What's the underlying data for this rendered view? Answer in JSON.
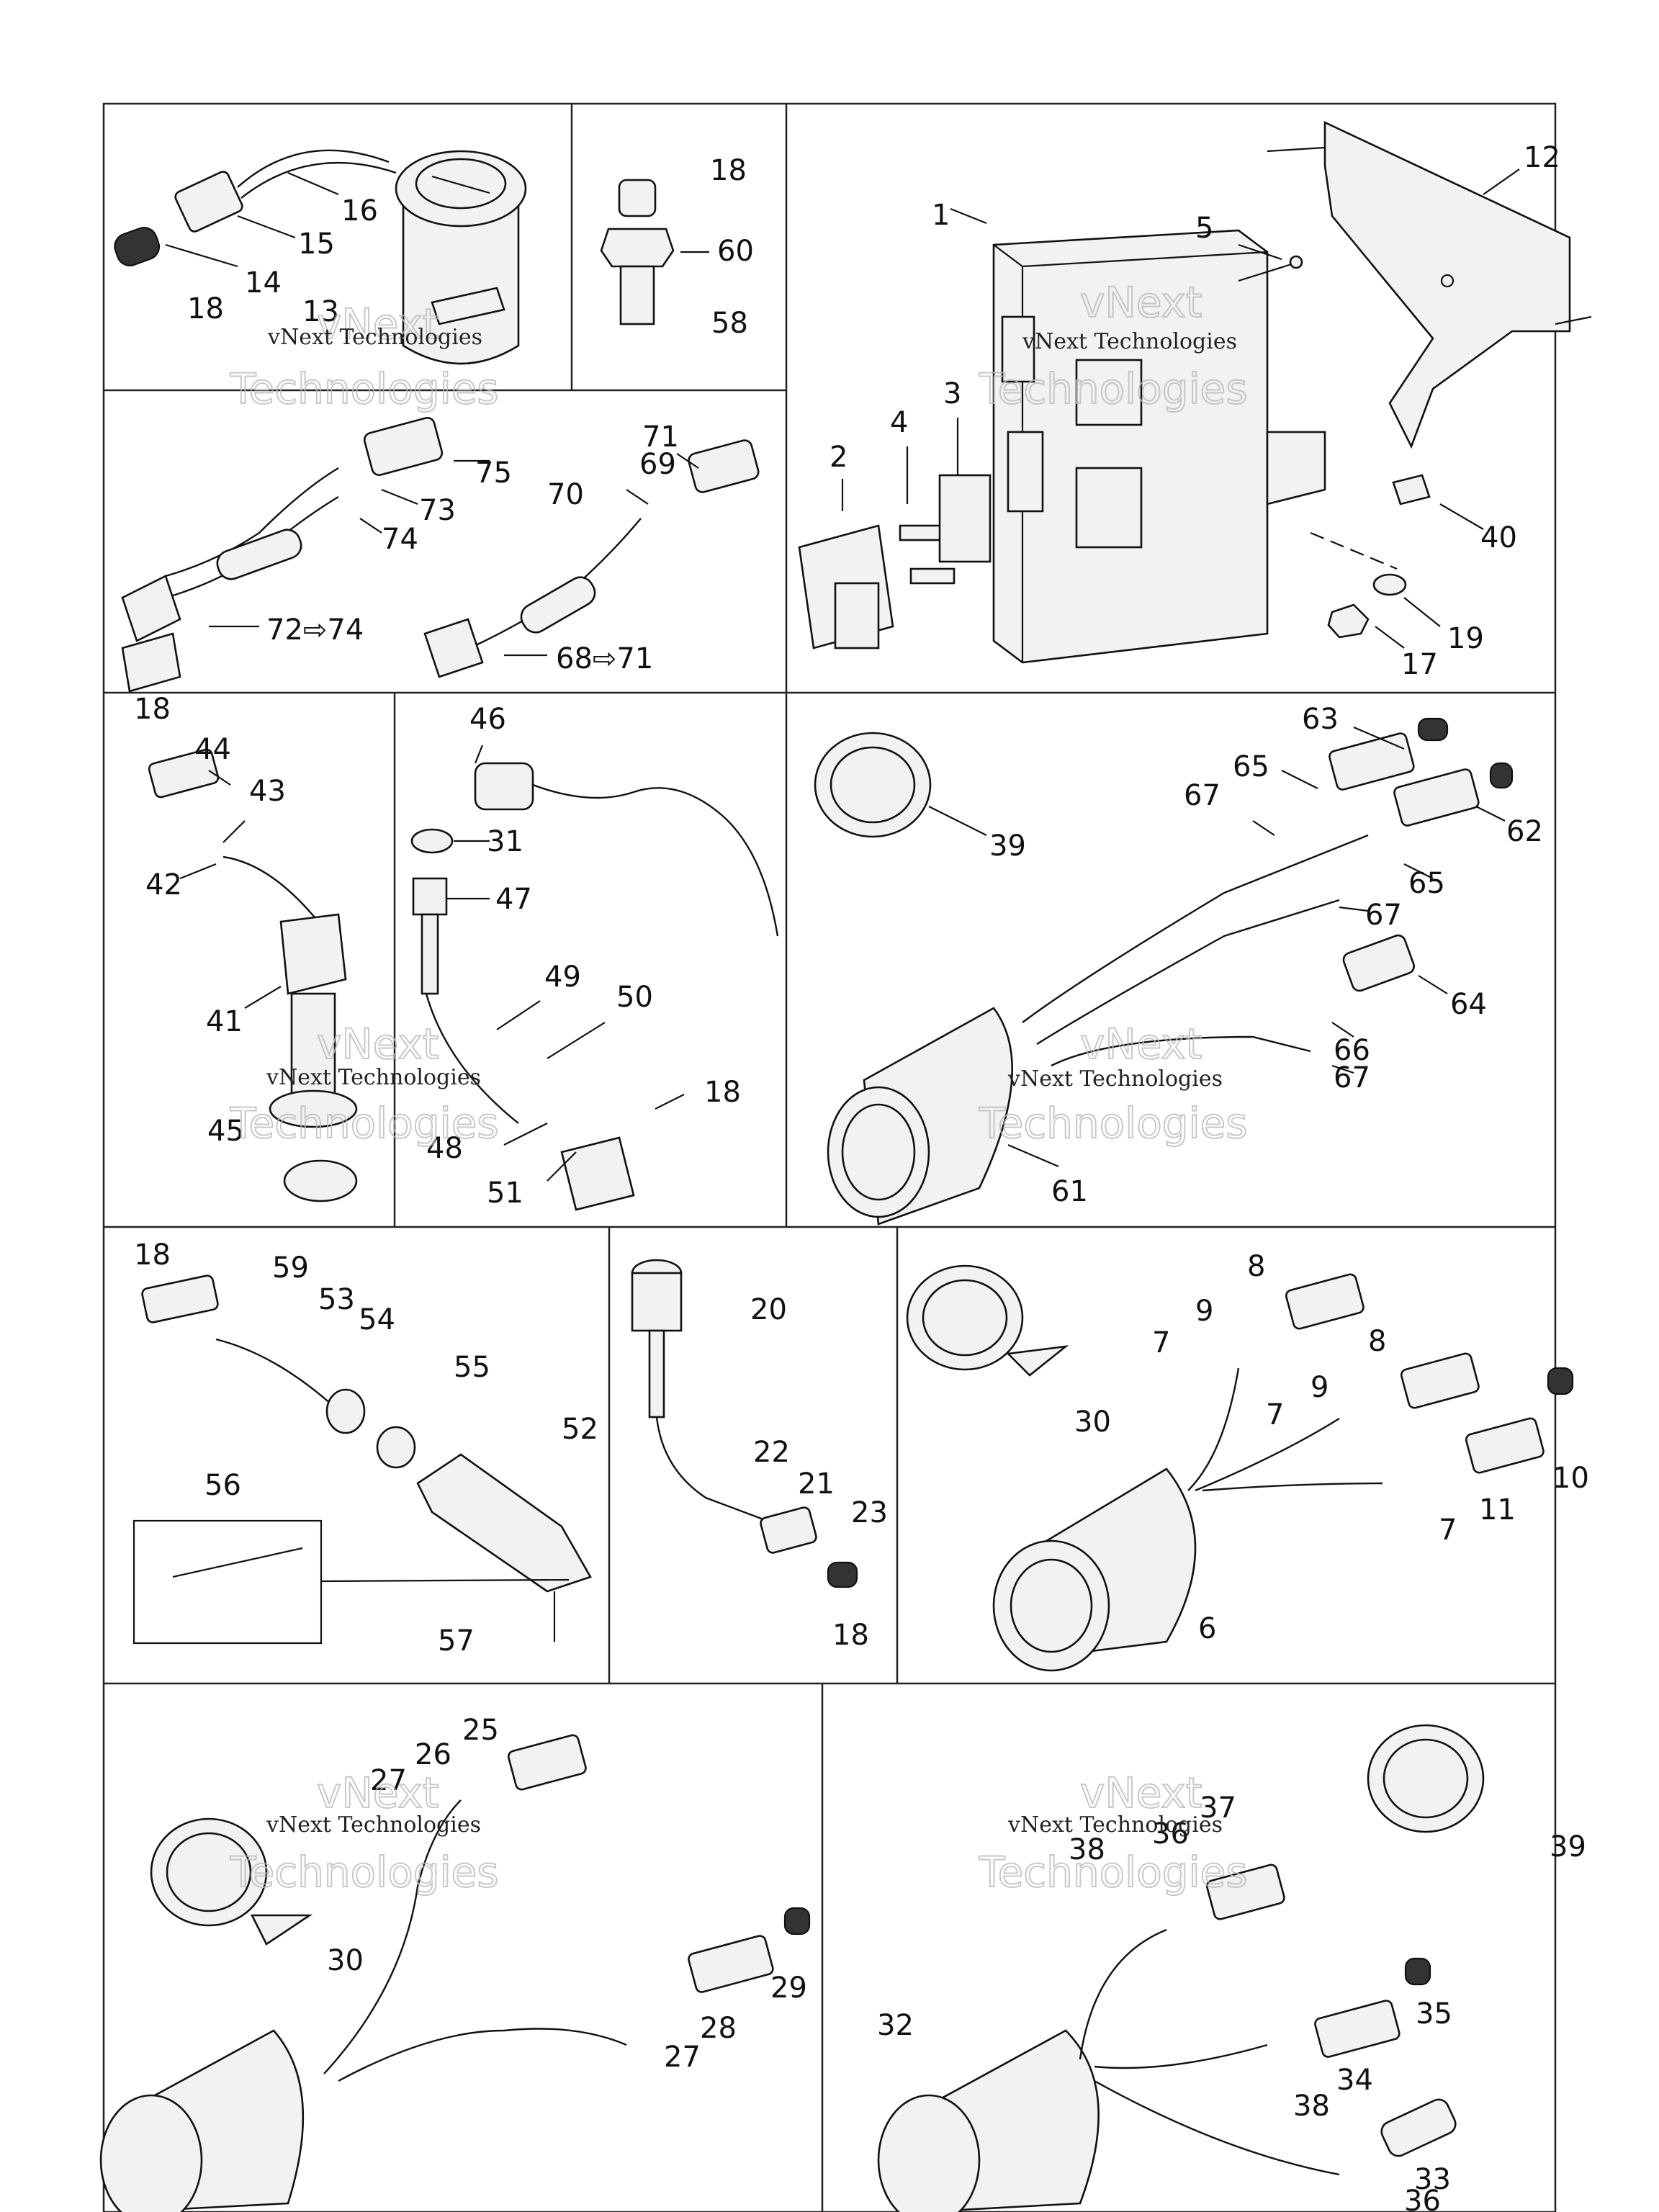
{
  "watermark": {
    "line1": "vNext",
    "line2": "vNext Technologies",
    "line3": "Technologies"
  },
  "labels": {
    "p1": "1",
    "p2": "2",
    "p3": "3",
    "p4": "4",
    "p5": "5",
    "p6": "6",
    "p7": "7",
    "p8": "8",
    "p9": "9",
    "p10": "10",
    "p11": "11",
    "p12": "12",
    "p13": "13",
    "p14": "14",
    "p15": "15",
    "p16": "16",
    "p17": "17",
    "p18": "18",
    "p19": "19",
    "p20": "20",
    "p21": "21",
    "p22": "22",
    "p23": "23",
    "p25": "25",
    "p26": "26",
    "p27": "27",
    "p28": "28",
    "p29": "29",
    "p30": "30",
    "p31": "31",
    "p32": "32",
    "p33": "33",
    "p34": "34",
    "p35": "35",
    "p36": "36",
    "p37": "37",
    "p38": "38",
    "p39": "39",
    "p40": "40",
    "p41": "41",
    "p42": "42",
    "p43": "43",
    "p44": "44",
    "p45": "45",
    "p46": "46",
    "p47": "47",
    "p48": "48",
    "p49": "49",
    "p50": "50",
    "p51": "51",
    "p52": "52",
    "p53": "53",
    "p54": "54",
    "p55": "55",
    "p56": "56",
    "p57": "57",
    "p58": "58",
    "p59": "59",
    "p60": "60",
    "p61": "61",
    "p62": "62",
    "p63": "63",
    "p64": "64",
    "p65": "65",
    "p66": "66",
    "p67": "67",
    "p69": "69",
    "p70": "70",
    "p71": "71",
    "p73": "73",
    "p74": "74",
    "p75": "75",
    "r72_74": "72⇨74",
    "r68_71": "68⇨71"
  },
  "colors": {
    "line": "#111111",
    "frame": "#222222",
    "background": "#ffffff"
  }
}
